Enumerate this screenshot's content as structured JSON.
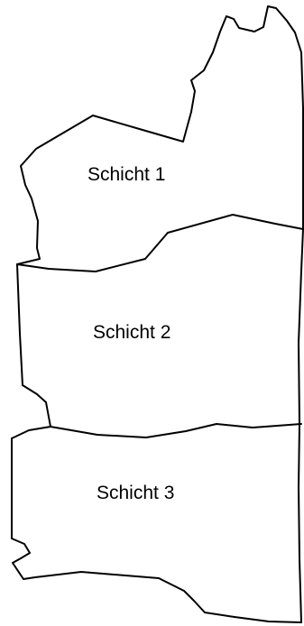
{
  "diagram": {
    "layers": [
      {
        "label": "Schicht 1"
      },
      {
        "label": "Schicht 2"
      },
      {
        "label": "Schicht 3"
      }
    ],
    "colors": {
      "stroke": "#000000",
      "background": "#ffffff"
    }
  }
}
